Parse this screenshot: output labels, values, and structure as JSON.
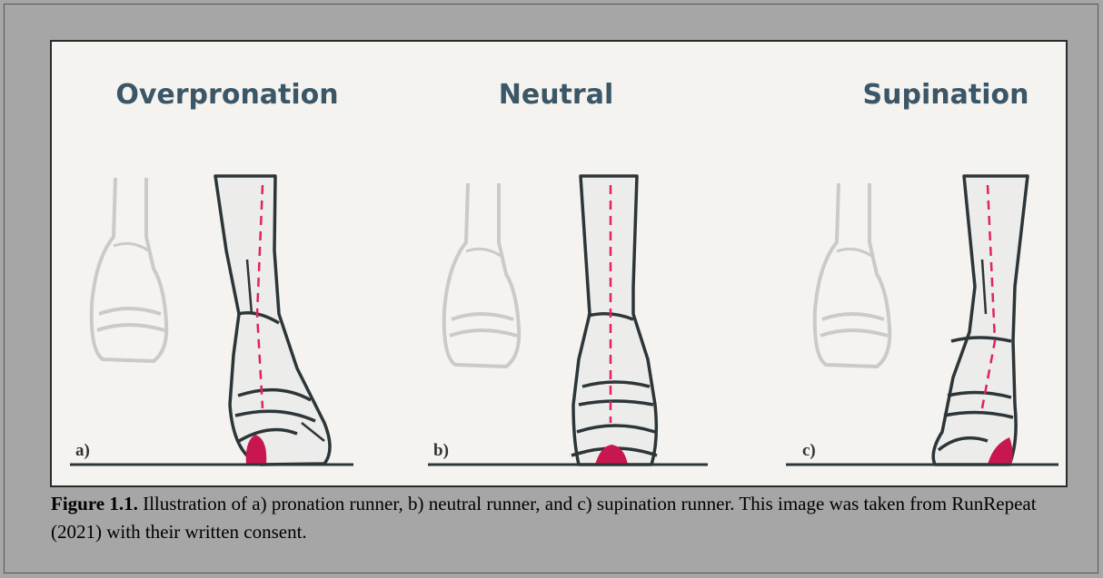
{
  "figure": {
    "panels": [
      {
        "id": "a",
        "title": "Overpronation",
        "letter": "a)"
      },
      {
        "id": "b",
        "title": "Neutral",
        "letter": "b)"
      },
      {
        "id": "c",
        "title": "Supination",
        "letter": "c)"
      }
    ],
    "colors": {
      "title": "#3b5667",
      "outline": "#2c3538",
      "ghost": "#c8c8c8",
      "axis_line": "#e0245e",
      "pressure": "#c8174f",
      "ground": "#2c3538"
    }
  },
  "caption": {
    "label": "Figure 1.1.",
    "text": " Illustration of a) pronation runner, b) neutral runner, and c) supination runner. This image was taken from RunRepeat (2021) with their written consent."
  }
}
